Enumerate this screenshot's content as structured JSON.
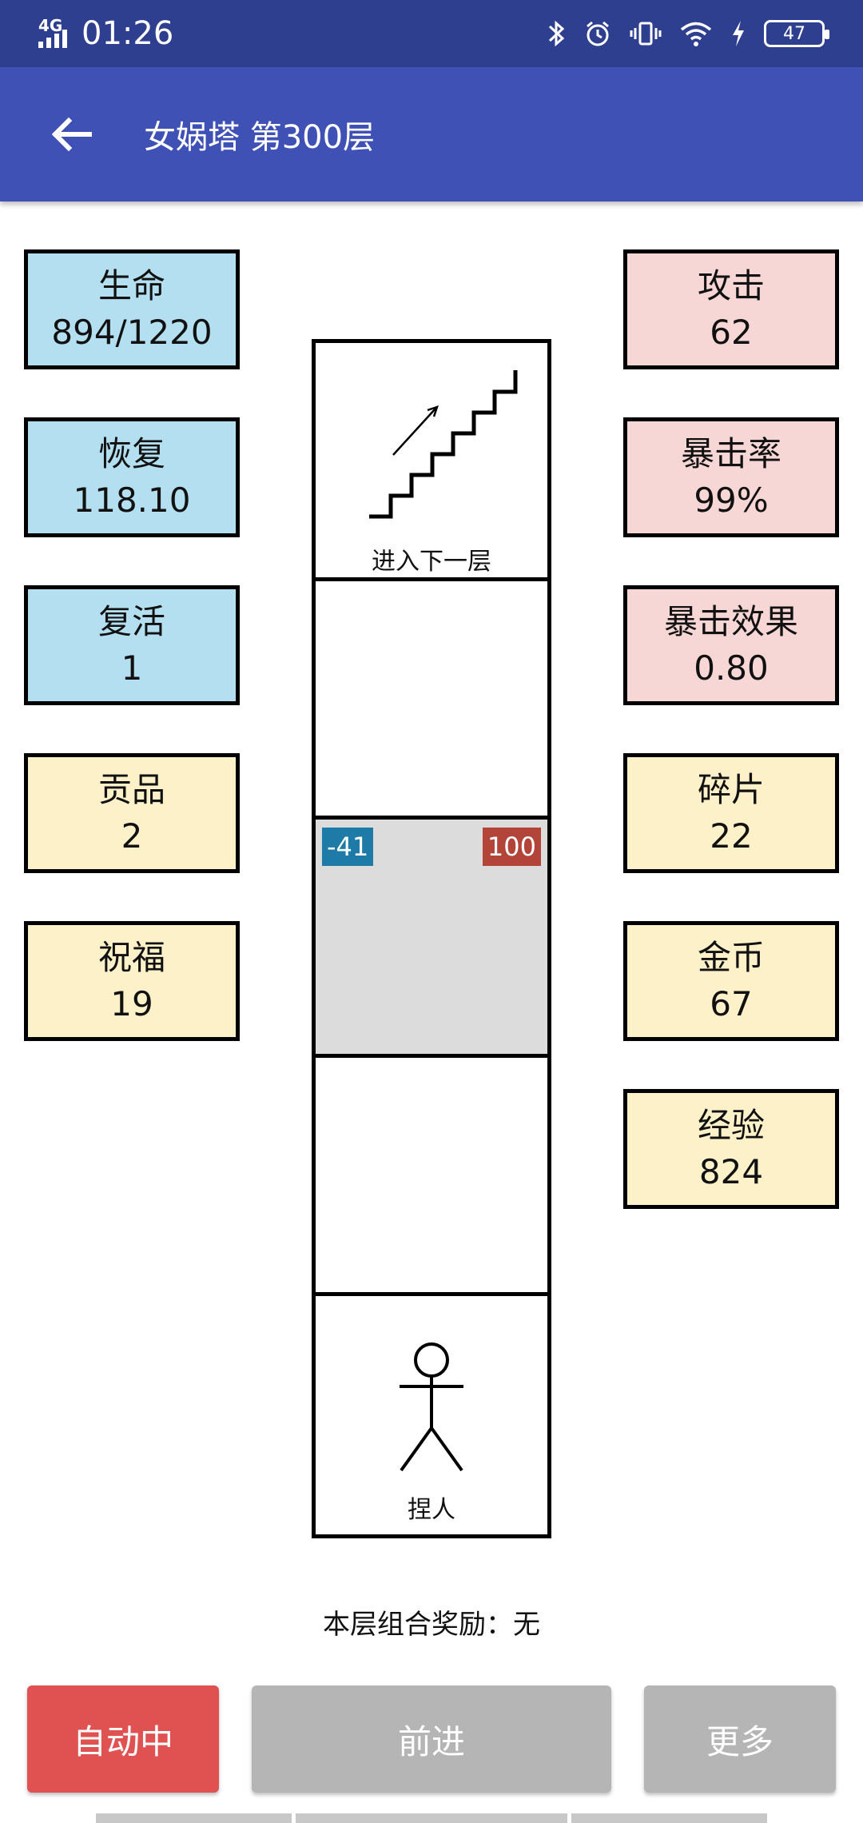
{
  "status_bar": {
    "network": "4G",
    "time": "01:26",
    "battery": "47"
  },
  "app_bar": {
    "title": "女娲塔 第300层",
    "back_icon": "arrow-left-icon"
  },
  "left_stats": [
    {
      "label": "生命",
      "value": "894/1220",
      "color": "#b3dff0"
    },
    {
      "label": "恢复",
      "value": "118.10",
      "color": "#b3dff0"
    },
    {
      "label": "复活",
      "value": "1",
      "color": "#b3dff0"
    },
    {
      "label": "贡品",
      "value": "2",
      "color": "#fdf1c9"
    },
    {
      "label": "祝福",
      "value": "19",
      "color": "#fdf1c9"
    }
  ],
  "right_stats": [
    {
      "label": "攻击",
      "value": "62",
      "color": "#f7d7d5"
    },
    {
      "label": "暴击率",
      "value": "99%",
      "color": "#f7d7d5"
    },
    {
      "label": "暴击效果",
      "value": "0.80",
      "color": "#f7d7d5"
    },
    {
      "label": "碎片",
      "value": "22",
      "color": "#fdf1c9"
    },
    {
      "label": "金币",
      "value": "67",
      "color": "#fdf1c9"
    },
    {
      "label": "经验",
      "value": "824",
      "color": "#fdf1c9"
    }
  ],
  "tower": {
    "next_floor_label": "进入下一层",
    "enemy_cell": {
      "left_badge": "-41",
      "right_badge": "100"
    },
    "player_label": "捏人"
  },
  "bonus": "本层组合奖励：无",
  "buttons": {
    "auto": "自动中",
    "forward": "前进",
    "more": "更多"
  }
}
